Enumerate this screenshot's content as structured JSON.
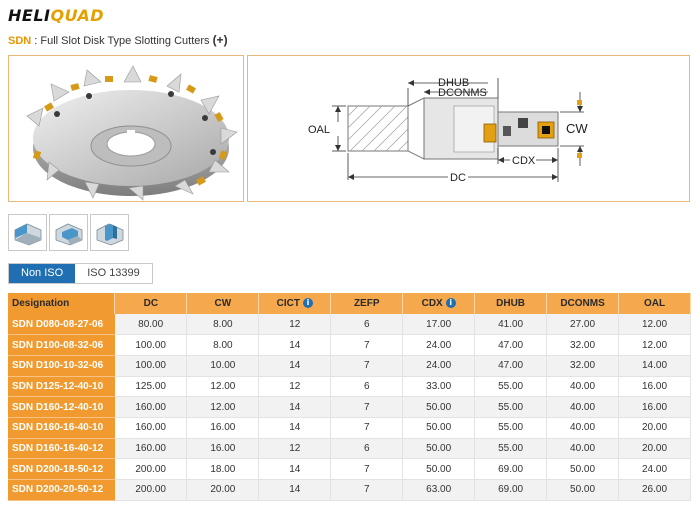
{
  "brand": {
    "part1": "HELI",
    "part2": "QUAD"
  },
  "subtitle": {
    "code": "SDN",
    "separator": " : ",
    "text": "Full Slot Disk Type Slotting Cutters",
    "plus": "(+)"
  },
  "diagram": {
    "labels": {
      "dhub": "DHUB",
      "dconms": "DCONMS",
      "oal": "OAL",
      "cw": "CW",
      "cdx": "CDX",
      "dc": "DC"
    }
  },
  "operation_icons": [
    "slot-shoulder-icon",
    "slot-step-icon",
    "slot-full-icon"
  ],
  "standards": {
    "active": "Non ISO",
    "inactive": "ISO 13399"
  },
  "colors": {
    "brand_orange": "#f19a2f",
    "header_orange": "#f6a84d",
    "tab_blue": "#1f6fb2",
    "logo_gold": "#e4a000"
  },
  "table": {
    "headers": {
      "designation": "Designation",
      "dc": "DC",
      "cw": "CW",
      "cict": "CICT",
      "zefp": "ZEFP",
      "cdx": "CDX",
      "dhub": "DHUB",
      "dconms": "DCONMS",
      "oal": "OAL"
    },
    "rows": [
      {
        "designation": "SDN D080-08-27-06",
        "dc": "80.00",
        "cw": "8.00",
        "cict": "12",
        "zefp": "6",
        "cdx": "17.00",
        "dhub": "41.00",
        "dconms": "27.00",
        "oal": "12.00"
      },
      {
        "designation": "SDN D100-08-32-06",
        "dc": "100.00",
        "cw": "8.00",
        "cict": "14",
        "zefp": "7",
        "cdx": "24.00",
        "dhub": "47.00",
        "dconms": "32.00",
        "oal": "12.00"
      },
      {
        "designation": "SDN D100-10-32-06",
        "dc": "100.00",
        "cw": "10.00",
        "cict": "14",
        "zefp": "7",
        "cdx": "24.00",
        "dhub": "47.00",
        "dconms": "32.00",
        "oal": "14.00"
      },
      {
        "designation": "SDN D125-12-40-10",
        "dc": "125.00",
        "cw": "12.00",
        "cict": "12",
        "zefp": "6",
        "cdx": "33.00",
        "dhub": "55.00",
        "dconms": "40.00",
        "oal": "16.00"
      },
      {
        "designation": "SDN D160-12-40-10",
        "dc": "160.00",
        "cw": "12.00",
        "cict": "14",
        "zefp": "7",
        "cdx": "50.00",
        "dhub": "55.00",
        "dconms": "40.00",
        "oal": "16.00"
      },
      {
        "designation": "SDN D160-16-40-10",
        "dc": "160.00",
        "cw": "16.00",
        "cict": "14",
        "zefp": "7",
        "cdx": "50.00",
        "dhub": "55.00",
        "dconms": "40.00",
        "oal": "20.00"
      },
      {
        "designation": "SDN D160-16-40-12",
        "dc": "160.00",
        "cw": "16.00",
        "cict": "12",
        "zefp": "6",
        "cdx": "50.00",
        "dhub": "55.00",
        "dconms": "40.00",
        "oal": "20.00"
      },
      {
        "designation": "SDN D200-18-50-12",
        "dc": "200.00",
        "cw": "18.00",
        "cict": "14",
        "zefp": "7",
        "cdx": "50.00",
        "dhub": "69.00",
        "dconms": "50.00",
        "oal": "24.00"
      },
      {
        "designation": "SDN D200-20-50-12",
        "dc": "200.00",
        "cw": "20.00",
        "cict": "14",
        "zefp": "7",
        "cdx": "63.00",
        "dhub": "69.00",
        "dconms": "50.00",
        "oal": "26.00"
      }
    ]
  }
}
